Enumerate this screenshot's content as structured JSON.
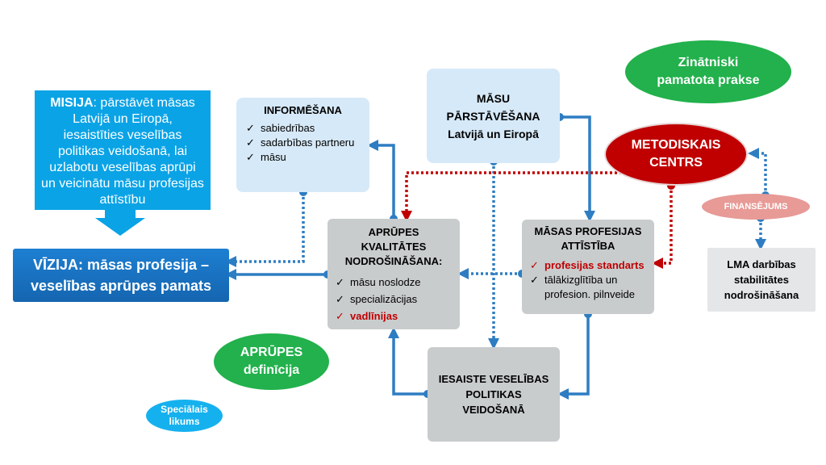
{
  "mission": {
    "lead": "MISIJA",
    "text": ": pārstāvēt māsas Latvijā un Eiropā, iesaistīties veselības politikas veidošanā, lai uzlabotu veselības aprūpi un veicinātu māsu profesijas attīstību"
  },
  "vision": {
    "line1": "VĪZIJA: māsas profesija –",
    "line2": "veselības aprūpes pamats"
  },
  "informing": {
    "title": "INFORMĒŠANA",
    "items": [
      "sabiedrības",
      "sadarbības partneru",
      "māsu"
    ]
  },
  "representation": {
    "lines": [
      "MĀSU",
      "PĀRSTĀVĒŠANA",
      "Latvijā un Eiropā"
    ]
  },
  "quality": {
    "title_lines": [
      "APRŪPES",
      "KVALITĀTES",
      "NODROŠINĀŠANA:"
    ],
    "items": [
      "māsu noslodze",
      "specializācijas",
      "vadlīnijas"
    ]
  },
  "profdev": {
    "title_lines": [
      "MĀSAS PROFESIJAS",
      "ATTĪSTĪBA"
    ],
    "items": [
      "profesijas standarts",
      "tālākizglītība un profesion. pilnveide"
    ]
  },
  "policy": {
    "lines": [
      "IESAISTE VESELĪBAS",
      "POLITIKAS",
      "VEIDOŠANĀ"
    ]
  },
  "lma": {
    "lines": [
      "LMA darbības",
      "stabilitātes",
      "nodrošināšana"
    ]
  },
  "evidence": {
    "lines": [
      "Zinātniski",
      "pamatota prakse"
    ]
  },
  "method": {
    "lines": [
      "METODISKAIS",
      "CENTRS"
    ]
  },
  "funding": {
    "label": "FINANSĒJUMS"
  },
  "care_def": {
    "lines": [
      "APRŪPES",
      "definīcija"
    ]
  },
  "special_law": {
    "lines": [
      "Speciālais",
      "likums"
    ]
  },
  "check_glyph": "✓",
  "colors": {
    "blue_connector": "#2e7dc2",
    "red_connector": "#c00000",
    "green": "#22b14c",
    "mission_blue": "#0aa3e6",
    "vision_blue": "#1565b0",
    "light_box": "#d6e9f8",
    "grey_box": "#c9cccd"
  },
  "icons": [
    "arrow-down-icon",
    "check-icon",
    "arrowhead-icon",
    "connector-dot-icon"
  ]
}
